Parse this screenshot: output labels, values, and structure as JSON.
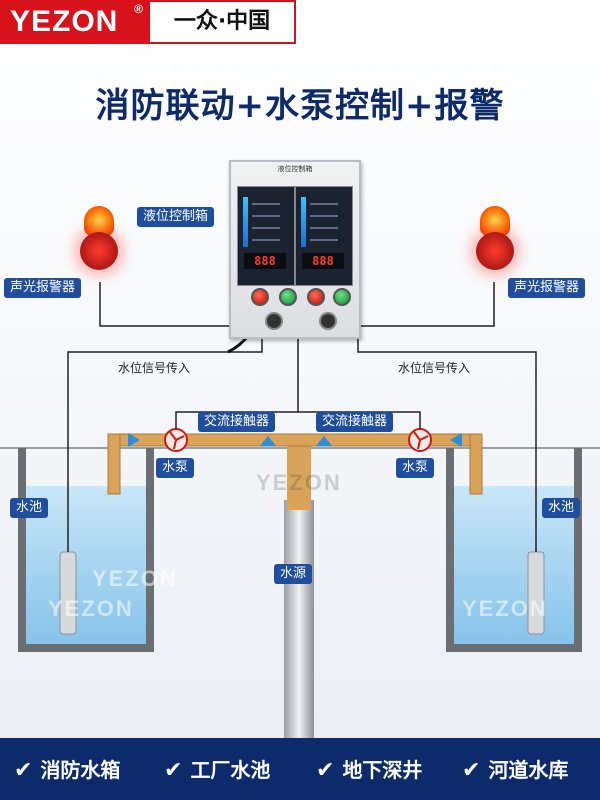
{
  "brand": {
    "name": "YEZON",
    "registered": "®",
    "tagline": "一众·中国"
  },
  "title": "消防联动+水泵控制+报警",
  "labels": {
    "controller": "液位控制箱",
    "controller_panel": "液位控制箱",
    "alarm_left": "声光报警器",
    "alarm_right": "声光报警器",
    "signal_left": "水位信号传入",
    "signal_right": "水位信号传入",
    "contactor_left": "交流接触器",
    "contactor_right": "交流接触器",
    "pump_left": "水泵",
    "pump_right": "水泵",
    "pool_left": "水池",
    "pool_right": "水池",
    "source": "水源"
  },
  "displays": [
    "888",
    "888"
  ],
  "watermarks": [
    "YEZON",
    "YEZON",
    "YEZON",
    "YEZON"
  ],
  "features": [
    "消防水箱",
    "工厂水池",
    "地下深井",
    "河道水库"
  ],
  "colors": {
    "brand_red": "#d7121b",
    "navy": "#0d2a6b",
    "tag_blue": "#1f4e9e",
    "water": "#a8d3f0",
    "pipe": "#d9a35a"
  }
}
